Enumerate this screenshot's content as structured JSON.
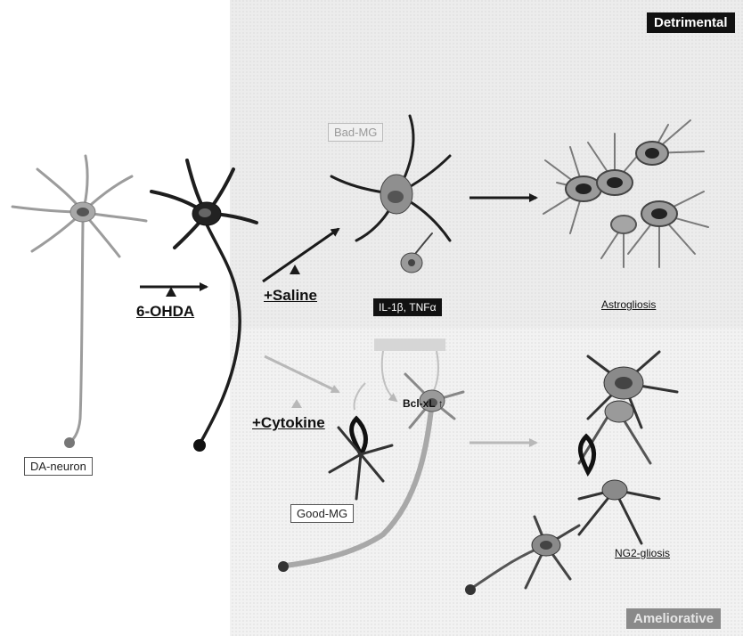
{
  "labels": {
    "detrimental": "Detrimental",
    "ameliorative": "Ameliorative",
    "bad_mg": "Bad-MG",
    "good_mg": "Good-MG",
    "da_neuron": "DA-neuron",
    "six_ohda": "6-OHDA",
    "saline": "+Saline",
    "cytokine": "+Cytokine",
    "il1b_tnfa": "IL-1β, TNFα",
    "bclxl": "Bcl-xL ↑",
    "astrogliosis": "Astrogliosis",
    "ng2_gliosis": "NG2-gliosis"
  },
  "colors": {
    "detrimental_bg": "#ececec",
    "ameliorative_bg": "#f1f1f1",
    "neuron_healthy": "#9c9c9c",
    "neuron_damaged": "#1e1e1e",
    "arrow_dark": "#1a1a1a",
    "arrow_light": "#b8b8b8"
  }
}
